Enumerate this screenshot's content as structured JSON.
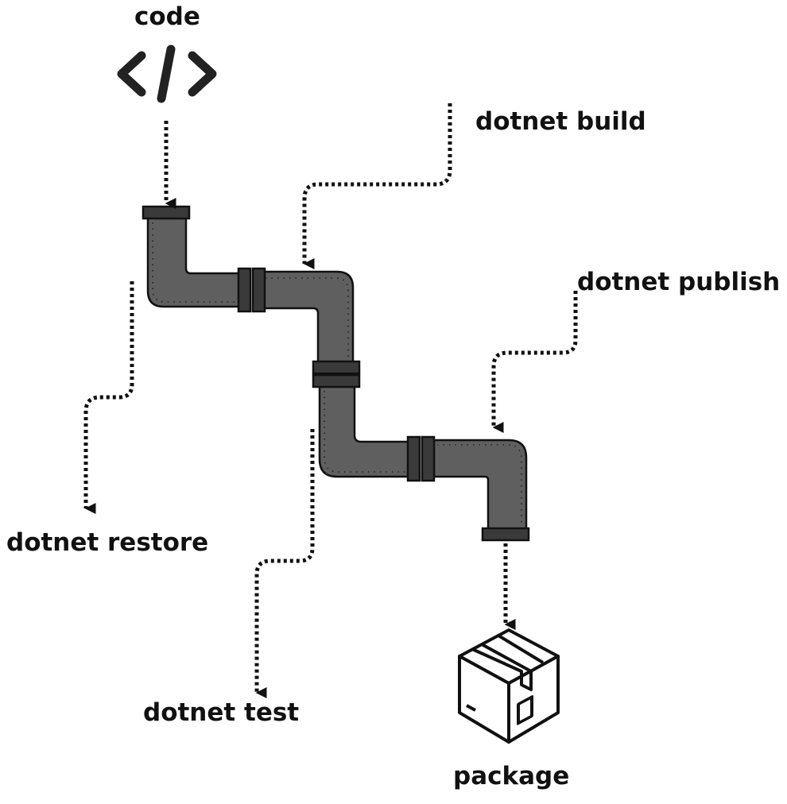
{
  "diagram": {
    "labels": {
      "code": "code",
      "build": "dotnet build",
      "publish": "dotnet publish",
      "restore": "dotnet restore",
      "test": "dotnet test",
      "package": "package"
    },
    "colors": {
      "pipe_fill": "#5f5f5f",
      "pipe_outline": "#111111",
      "connector_dark": "#3a3a3a",
      "arrow": "#111111",
      "background": "#ffffff"
    },
    "icons": {
      "source": "code-icon",
      "output": "package-box-icon"
    }
  }
}
